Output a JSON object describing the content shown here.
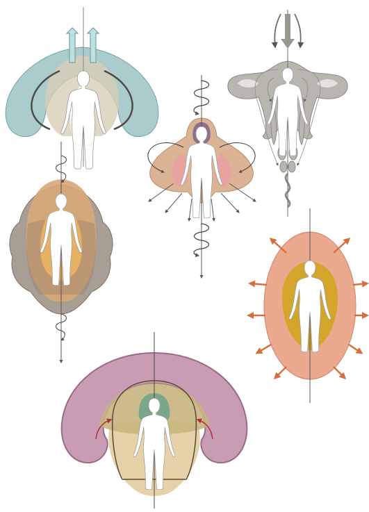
{
  "figure": {
    "panels": [
      {
        "id": "top-left",
        "icon": "teal-shell-ascending-arrows"
      },
      {
        "id": "top-right",
        "icon": "gray-shell-descending-flow"
      },
      {
        "id": "center",
        "icon": "peach-shell-spiral-axis"
      },
      {
        "id": "middle-left",
        "icon": "brown-layered-shell-spiral"
      },
      {
        "id": "middle-right",
        "icon": "orange-oval-radiating-arrows"
      },
      {
        "id": "bottom",
        "icon": "purple-arch-nested-shells"
      }
    ],
    "colors": {
      "teal": "#9cc3c3",
      "teal_dark": "#6fa3a6",
      "gray_shell": "#b9b6b0",
      "gray_dark": "#8e8b86",
      "peach": "#dcb394",
      "pink": "#e6a3a0",
      "brown_outer": "#9a8d80",
      "tan": "#d7a777",
      "gold": "#e7b063",
      "orange_oval": "#eba98f",
      "orange_arrow": "#d76e3d",
      "mustard": "#d4a52b",
      "purple": "#c89db4",
      "purple_stroke": "#9a6b87",
      "khaki": "#c8b57e",
      "cream": "#e6d2a8",
      "green": "#7aa68b",
      "red_arrow": "#b0313c",
      "axis": "#5a5550"
    }
  }
}
